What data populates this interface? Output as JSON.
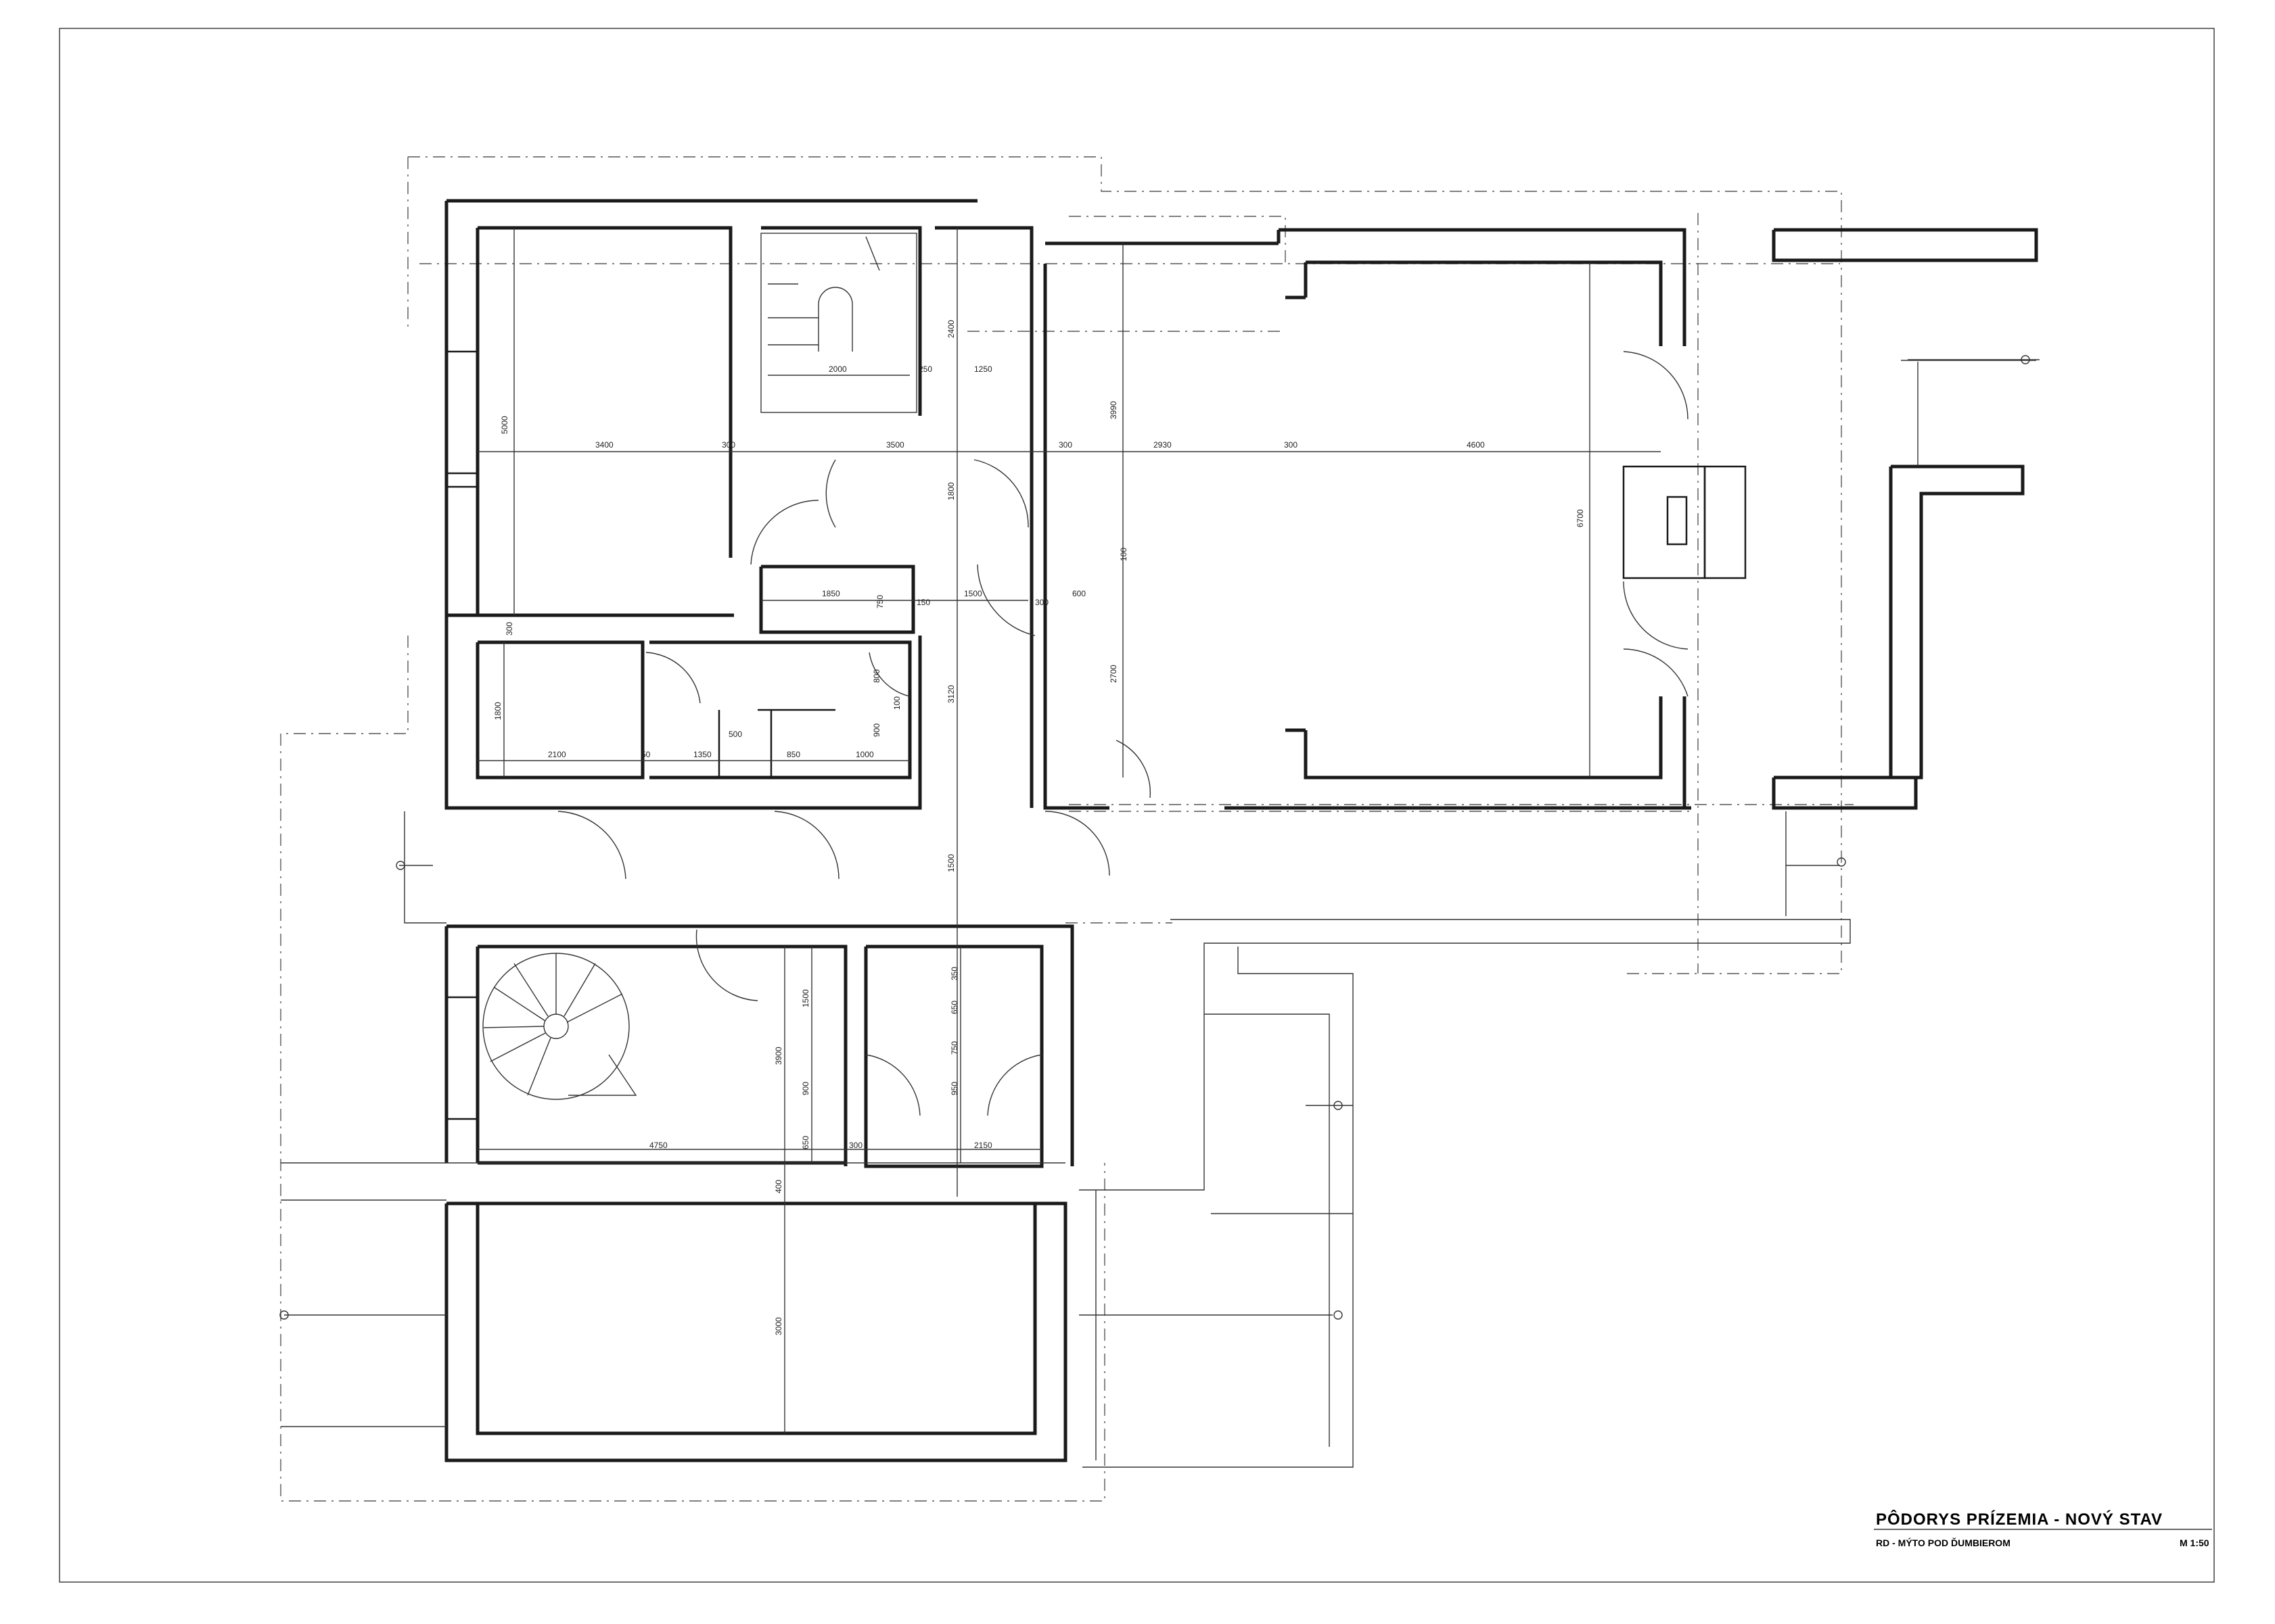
{
  "title_block": {
    "title": "PÔDORYS PRÍZEMIA - NOVÝ STAV",
    "project": "RD - MÝTO POD ĎUMBIEROM",
    "scale": "M 1:50"
  },
  "dimensions": {
    "d3400": "3400",
    "d300a": "300",
    "d3500": "3500",
    "d300b": "300",
    "d2930": "2930",
    "d300c": "300",
    "d4600": "4600",
    "d5000": "5000",
    "d6700": "6700",
    "d2000": "2000",
    "d250": "250",
    "d1250": "1250",
    "d2400": "2400",
    "d3990": "3990",
    "d1800a": "1800",
    "d1850": "1850",
    "d750a": "750",
    "d150": "150",
    "d1500a": "1500",
    "d300d": "300",
    "d600": "600",
    "d100a": "100",
    "d2700": "2700",
    "d300e": "300",
    "d1800b": "1800",
    "d2100": "2100",
    "d50": "50",
    "d1350": "1350",
    "d500": "500",
    "d850": "850",
    "d1000": "1000",
    "d800": "800",
    "d900": "900",
    "d100b": "100",
    "d3120": "3120",
    "d1500b": "1500",
    "d1500c": "1500",
    "d3900": "3900",
    "d900b": "900",
    "d650a": "650",
    "d350": "350",
    "d650b": "650",
    "d750b": "750",
    "d950": "950",
    "d300f": "300",
    "d2150": "2150",
    "d4750": "4750",
    "d400": "400",
    "d3000": "3000"
  }
}
